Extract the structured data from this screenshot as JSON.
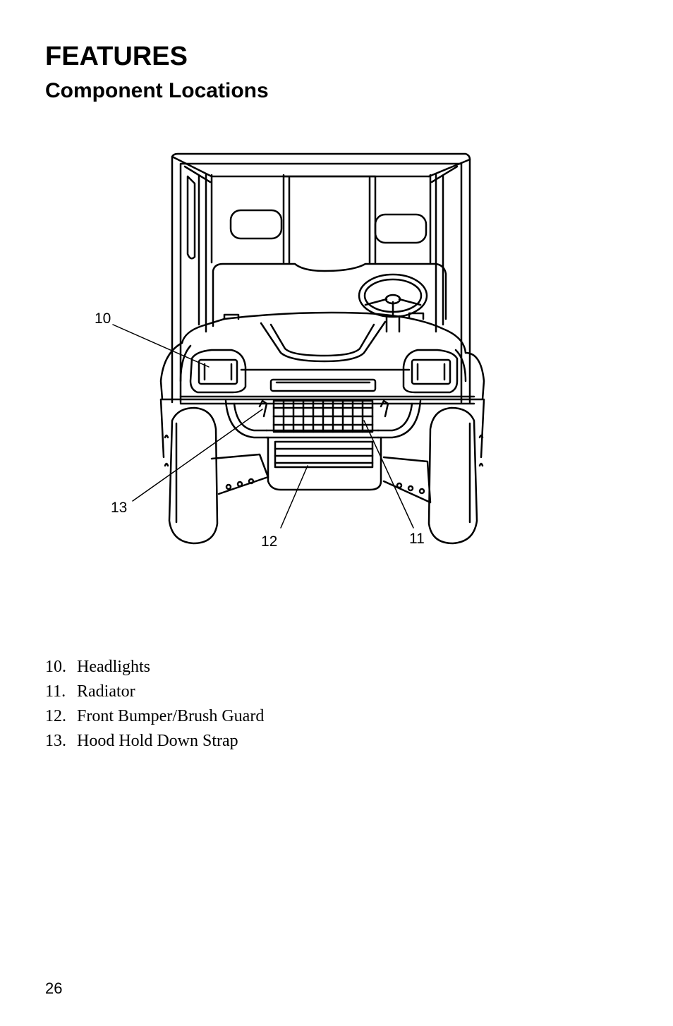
{
  "header": {
    "section": "FEATURES",
    "subsection": "Component Locations"
  },
  "figure": {
    "callouts": [
      "10",
      "11",
      "12",
      "13"
    ]
  },
  "legend": [
    {
      "number": "10.",
      "label": "Headlights"
    },
    {
      "number": "11.",
      "label": "Radiator"
    },
    {
      "number": "12.",
      "label": "Front Bumper/Brush Guard"
    },
    {
      "number": "13.",
      "label": "Hood Hold Down Strap"
    }
  ],
  "footer": {
    "page_number": "26"
  }
}
